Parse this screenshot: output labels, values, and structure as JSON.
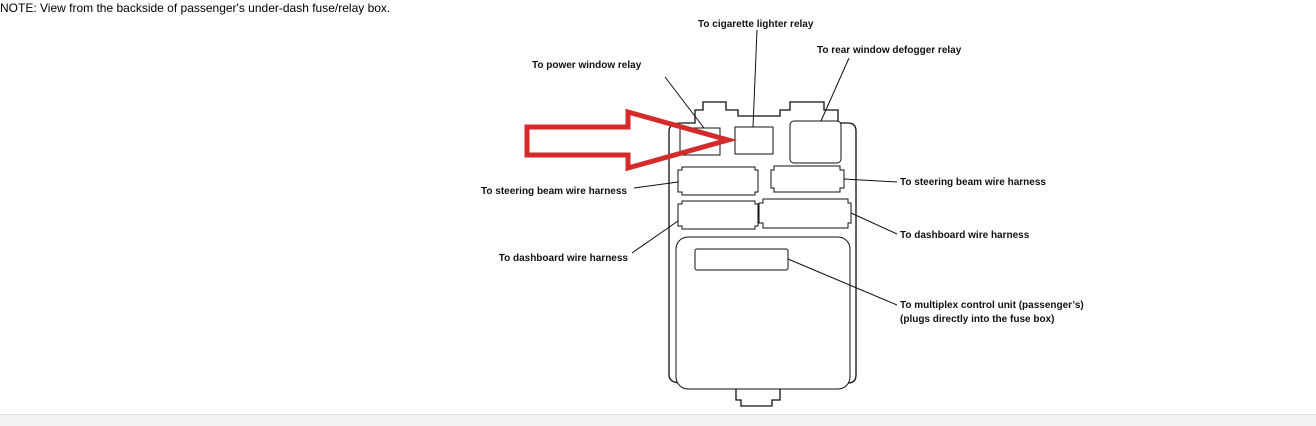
{
  "note": "NOTE: View from the backside of passenger's under-dash fuse/relay box.",
  "labels": {
    "cigarette_lighter_relay": "To cigarette lighter relay",
    "rear_window_defogger_relay": "To rear window defogger relay",
    "power_window_relay": "To power window relay",
    "steering_beam_left": "To steering beam wire harness",
    "steering_beam_right": "To steering beam wire harness",
    "dashboard_left": "To dashboard wire harness",
    "dashboard_right": "To dashboard wire harness",
    "multiplex_line1": "To multiplex control unit (passenger’s)",
    "multiplex_line2": "(plugs directly into the fuse box)"
  },
  "colors": {
    "arrow": "#d42a2a",
    "ink": "#111111"
  }
}
